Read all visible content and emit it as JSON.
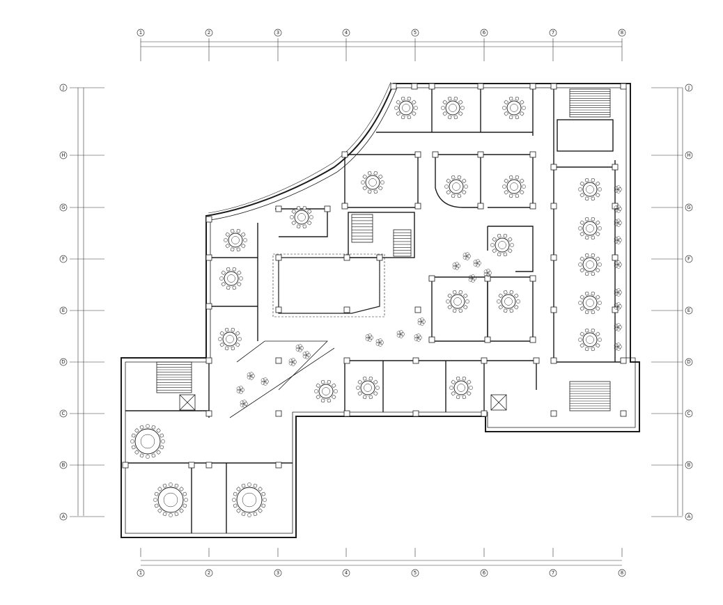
{
  "axes": {
    "vertical": [
      "1",
      "2",
      "3",
      "4",
      "5",
      "6",
      "7",
      "8"
    ],
    "horizontal": [
      "J",
      "H",
      "G",
      "F",
      "E",
      "D",
      "C",
      "B",
      "A"
    ]
  },
  "colors": {
    "line": "#1a1a1a",
    "thin": "#555555",
    "dash": "#666666",
    "paper": "#ffffff"
  }
}
